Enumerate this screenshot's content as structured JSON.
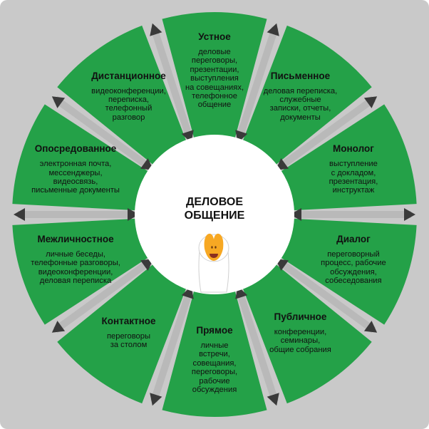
{
  "colors": {
    "background": "#c9c9c9",
    "segment_fill": "#24a148",
    "arrow_body": "#b9b9b9",
    "arrow_head": "#3a3a3a",
    "center_fill": "#ffffff",
    "text": "#111111"
  },
  "center": {
    "title": "ДЕЛОВОЕ\nОБЩЕНИЕ",
    "icon": "goose-mascot-icon"
  },
  "segments": [
    {
      "key": "oral",
      "title": "Устное",
      "description": "деловые\nпереговоры,\nпрезентации,\nвыступления\nна совещаниях,\nтелефонное\nобщение"
    },
    {
      "key": "written",
      "title": "Письменное",
      "description": "деловая переписка,\nслужебные\nзаписки, отчеты,\nдокументы"
    },
    {
      "key": "monologue",
      "title": "Монолог",
      "description": "выступление\nс докладом,\nпрезентация,\nинструктаж"
    },
    {
      "key": "dialogue",
      "title": "Диалог",
      "description": "переговорный\nпроцесс, рабочие\nобсуждения,\nсобеседования"
    },
    {
      "key": "public",
      "title": "Публичное",
      "description": "конференции,\nсеминары,\nобщие собрания"
    },
    {
      "key": "direct",
      "title": "Прямое",
      "description": "личные\nвстречи,\nсовещания,\nпереговоры,\nрабочие\nобсуждения"
    },
    {
      "key": "contact",
      "title": "Контактное",
      "description": "переговоры\nза столом"
    },
    {
      "key": "interpersonal",
      "title": "Межличностное",
      "description": "личные беседы,\nтелефонные разговоры,\nвидеоконференции,\nделовая переписка"
    },
    {
      "key": "mediated",
      "title": "Опосредованное",
      "description": "электронная почта,\nмессенджеры,\nвидеосвязь,\nписьменные документы"
    },
    {
      "key": "remote",
      "title": "Дистанционное",
      "description": "видеоконференции,\nпереписка,\nтелефонный\nразговор"
    }
  ]
}
